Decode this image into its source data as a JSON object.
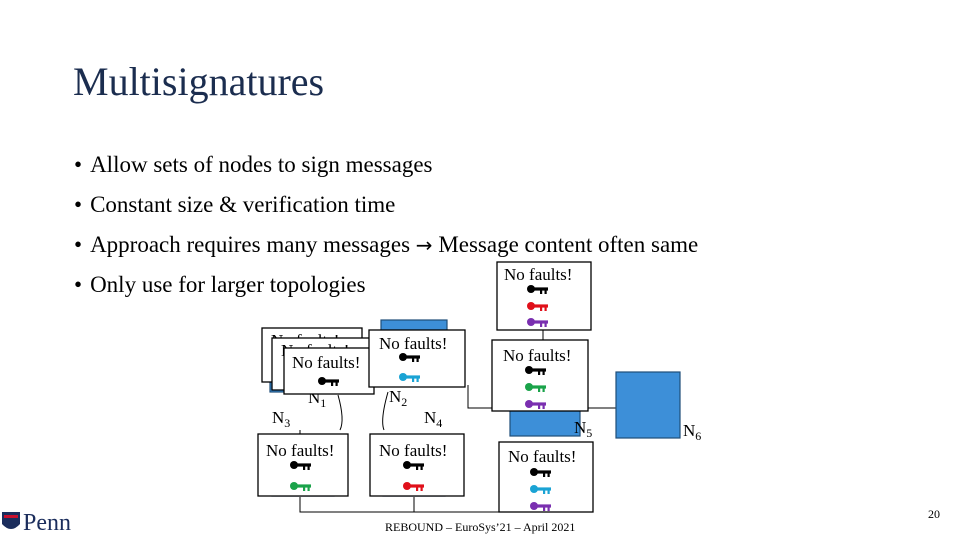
{
  "slide": {
    "title": "Multisignatures",
    "bullets": [
      {
        "text": "Allow sets of nodes to sign messages"
      },
      {
        "text": "Constant size & verification time"
      },
      {
        "pre": "Approach requires many messages ",
        "arrow": "→",
        "post": " Message content often same"
      },
      {
        "text": "Only use for larger topologies"
      }
    ],
    "bullet_symbol": "•",
    "footer": "REBOUND – EuroSys’21 – April 2021",
    "page_number": "20",
    "logo_text": "Penn"
  },
  "diagram": {
    "card_label": "No faults!",
    "nodes": {
      "n1": "N",
      "n1_sub": "1",
      "n2": "N",
      "n2_sub": "2",
      "n3": "N",
      "n3_sub": "3",
      "n4": "N",
      "n4_sub": "4",
      "n5": "N",
      "n5_sub": "5",
      "n6": "N",
      "n6_sub": "6"
    },
    "colors": {
      "node_fill": "#3d8fd8",
      "key_black": "#000000",
      "key_red": "#e0101a",
      "key_purple": "#7a2fb0",
      "key_green": "#1aa34a",
      "key_cyan": "#1aa3d4",
      "title": "#1b2d4f"
    },
    "icons": [
      "key-icon"
    ]
  }
}
